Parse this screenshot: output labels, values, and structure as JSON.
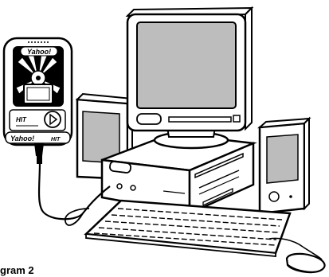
{
  "device": {
    "brand_top": "Yahoo!",
    "brand_bottom": "Yahoo!",
    "model": "HIT",
    "model_bottom": "HIT"
  },
  "caption": "gram 2"
}
